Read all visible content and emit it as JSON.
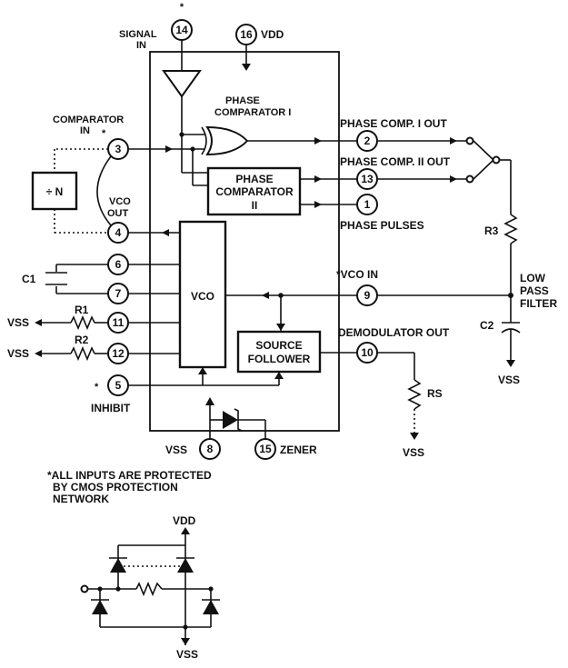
{
  "labels": {
    "signal_in_l1": "SIGNAL",
    "signal_in_l2": "IN",
    "vdd_top": "VDD",
    "star_signal": "*",
    "phase_comp_1_l1": "PHASE",
    "phase_comp_1_l2": "COMPARATOR I",
    "comparator_in_l1": "COMPARATOR",
    "comparator_in_l2": "IN",
    "star_comp": "*",
    "divider": "÷ N",
    "vco_out_l1": "VCO",
    "vco_out_l2": "OUT",
    "phase_comp_2_l1": "PHASE",
    "phase_comp_2_l2": "COMPARATOR",
    "phase_comp_2_l3": "II",
    "phase_comp_1_out": "PHASE COMP. I OUT",
    "phase_comp_2_out": "PHASE COMP. II OUT",
    "phase_pulses": "PHASE PULSES",
    "r3": "R3",
    "low_pass_l1": "LOW",
    "low_pass_l2": "PASS",
    "low_pass_l3": "FILTER",
    "c1": "C1",
    "vco": "VCO",
    "vco_in": "*VCO IN",
    "c2": "C2",
    "r1": "R1",
    "r2": "R2",
    "vss_r1": "VSS",
    "vss_r2": "VSS",
    "source_follower_l1": "SOURCE",
    "source_follower_l2": "FOLLOWER",
    "demod_out": "DEMODULATOR OUT",
    "vss_c2": "VSS",
    "star_inhibit": "*",
    "inhibit": "INHIBIT",
    "rs": "RS",
    "vss_pin8": "VSS",
    "zener": "ZENER",
    "vss_rs": "VSS",
    "note_l1": "*ALL INPUTS ARE PROTECTED",
    "note_l2": "BY CMOS PROTECTION",
    "note_l3": "NETWORK",
    "prot_vdd": "VDD",
    "prot_vss": "VSS"
  },
  "pins": {
    "p14": "14",
    "p16": "16",
    "p3": "3",
    "p4": "4",
    "p2": "2",
    "p13": "13",
    "p1": "1",
    "p6": "6",
    "p7": "7",
    "p9": "9",
    "p11": "11",
    "p12": "12",
    "p10": "10",
    "p5": "5",
    "p8": "8",
    "p15": "15"
  }
}
